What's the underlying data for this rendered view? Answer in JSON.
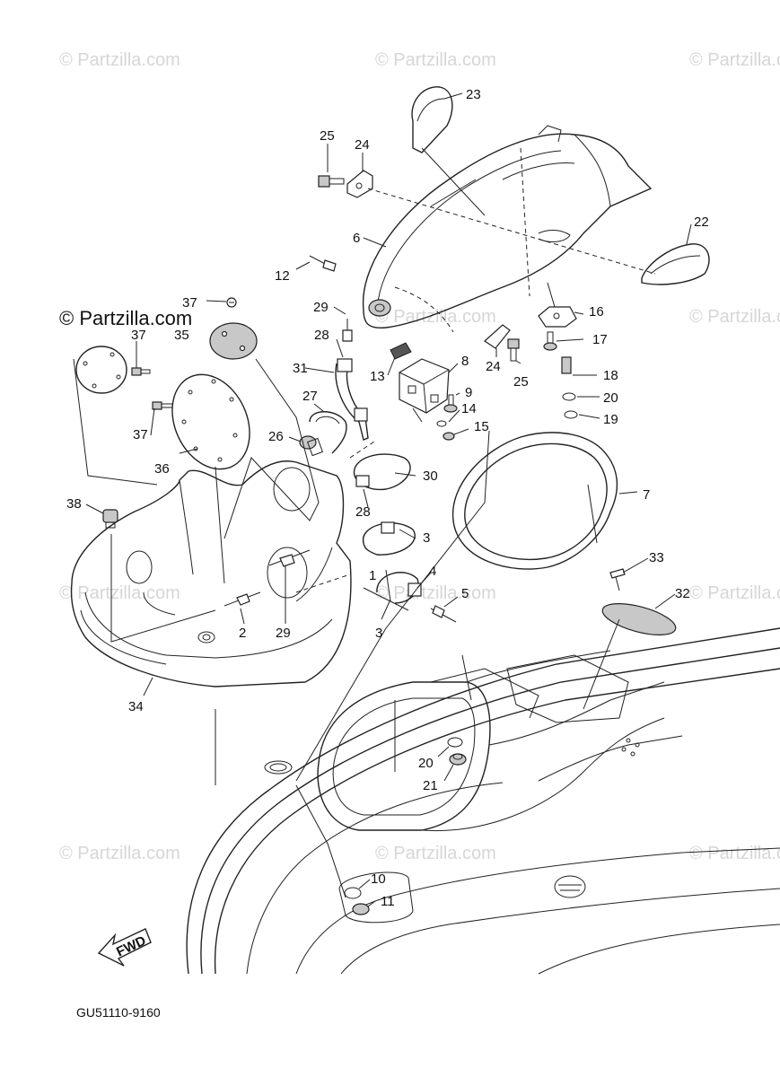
{
  "watermark": {
    "text": "© Partzilla.com"
  },
  "diagram_code": "GU51110-9160",
  "fwd_label": "FWD",
  "callouts": [
    {
      "id": "c23",
      "label": "23"
    },
    {
      "id": "c25a",
      "label": "25"
    },
    {
      "id": "c24a",
      "label": "24"
    },
    {
      "id": "c6",
      "label": "6"
    },
    {
      "id": "c22",
      "label": "22"
    },
    {
      "id": "c12",
      "label": "12"
    },
    {
      "id": "c29a",
      "label": "29"
    },
    {
      "id": "c37a",
      "label": "37"
    },
    {
      "id": "c37b",
      "label": "37"
    },
    {
      "id": "c35",
      "label": "35"
    },
    {
      "id": "c28a",
      "label": "28"
    },
    {
      "id": "c16",
      "label": "16"
    },
    {
      "id": "c17",
      "label": "17"
    },
    {
      "id": "c31",
      "label": "31"
    },
    {
      "id": "c13",
      "label": "13"
    },
    {
      "id": "c8",
      "label": "8"
    },
    {
      "id": "c24b",
      "label": "24"
    },
    {
      "id": "c25b",
      "label": "25"
    },
    {
      "id": "c18",
      "label": "18"
    },
    {
      "id": "c9",
      "label": "9"
    },
    {
      "id": "c20a",
      "label": "20"
    },
    {
      "id": "c27",
      "label": "27"
    },
    {
      "id": "c14",
      "label": "14"
    },
    {
      "id": "c19",
      "label": "19"
    },
    {
      "id": "c37c",
      "label": "37"
    },
    {
      "id": "c15",
      "label": "15"
    },
    {
      "id": "c26",
      "label": "26"
    },
    {
      "id": "c36",
      "label": "36"
    },
    {
      "id": "c30",
      "label": "30"
    },
    {
      "id": "c7",
      "label": "7"
    },
    {
      "id": "c38",
      "label": "38"
    },
    {
      "id": "c28b",
      "label": "28"
    },
    {
      "id": "c3a",
      "label": "3"
    },
    {
      "id": "c1",
      "label": "1"
    },
    {
      "id": "c4",
      "label": "4"
    },
    {
      "id": "c33",
      "label": "33"
    },
    {
      "id": "c5",
      "label": "5"
    },
    {
      "id": "c32",
      "label": "32"
    },
    {
      "id": "c2",
      "label": "2"
    },
    {
      "id": "c29b",
      "label": "29"
    },
    {
      "id": "c3b",
      "label": "3"
    },
    {
      "id": "c34",
      "label": "34"
    },
    {
      "id": "c20b",
      "label": "20"
    },
    {
      "id": "c21",
      "label": "21"
    },
    {
      "id": "c10",
      "label": "10"
    },
    {
      "id": "c11",
      "label": "11"
    }
  ]
}
